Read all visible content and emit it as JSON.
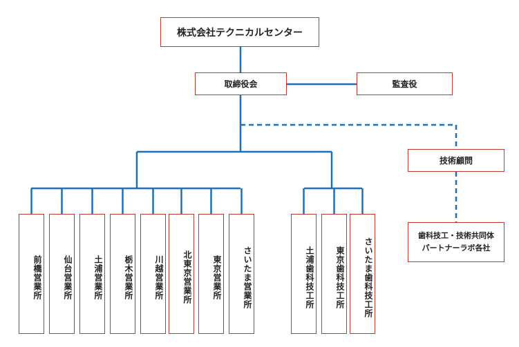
{
  "nodes": {
    "company": "株式会社テクニカルセンター",
    "board": "取締役会",
    "auditor": "監査役",
    "advisor": "技術顧問",
    "partner_line1": "歯科技工・技術共同体",
    "partner_line2": "パートナーラボ各社"
  },
  "branches": [
    "前橋営業所",
    "仙台営業所",
    "土浦営業所",
    "栃木営業所",
    "川越営業所",
    "北東京営業所",
    "東京営業所",
    "さいたま営業所"
  ],
  "labs": [
    "土浦歯科技工所",
    "東京歯科技工所",
    "さいたま歯科技工所"
  ],
  "colors": {
    "line": "#1f6fb5",
    "box_border": "#c0392b"
  }
}
